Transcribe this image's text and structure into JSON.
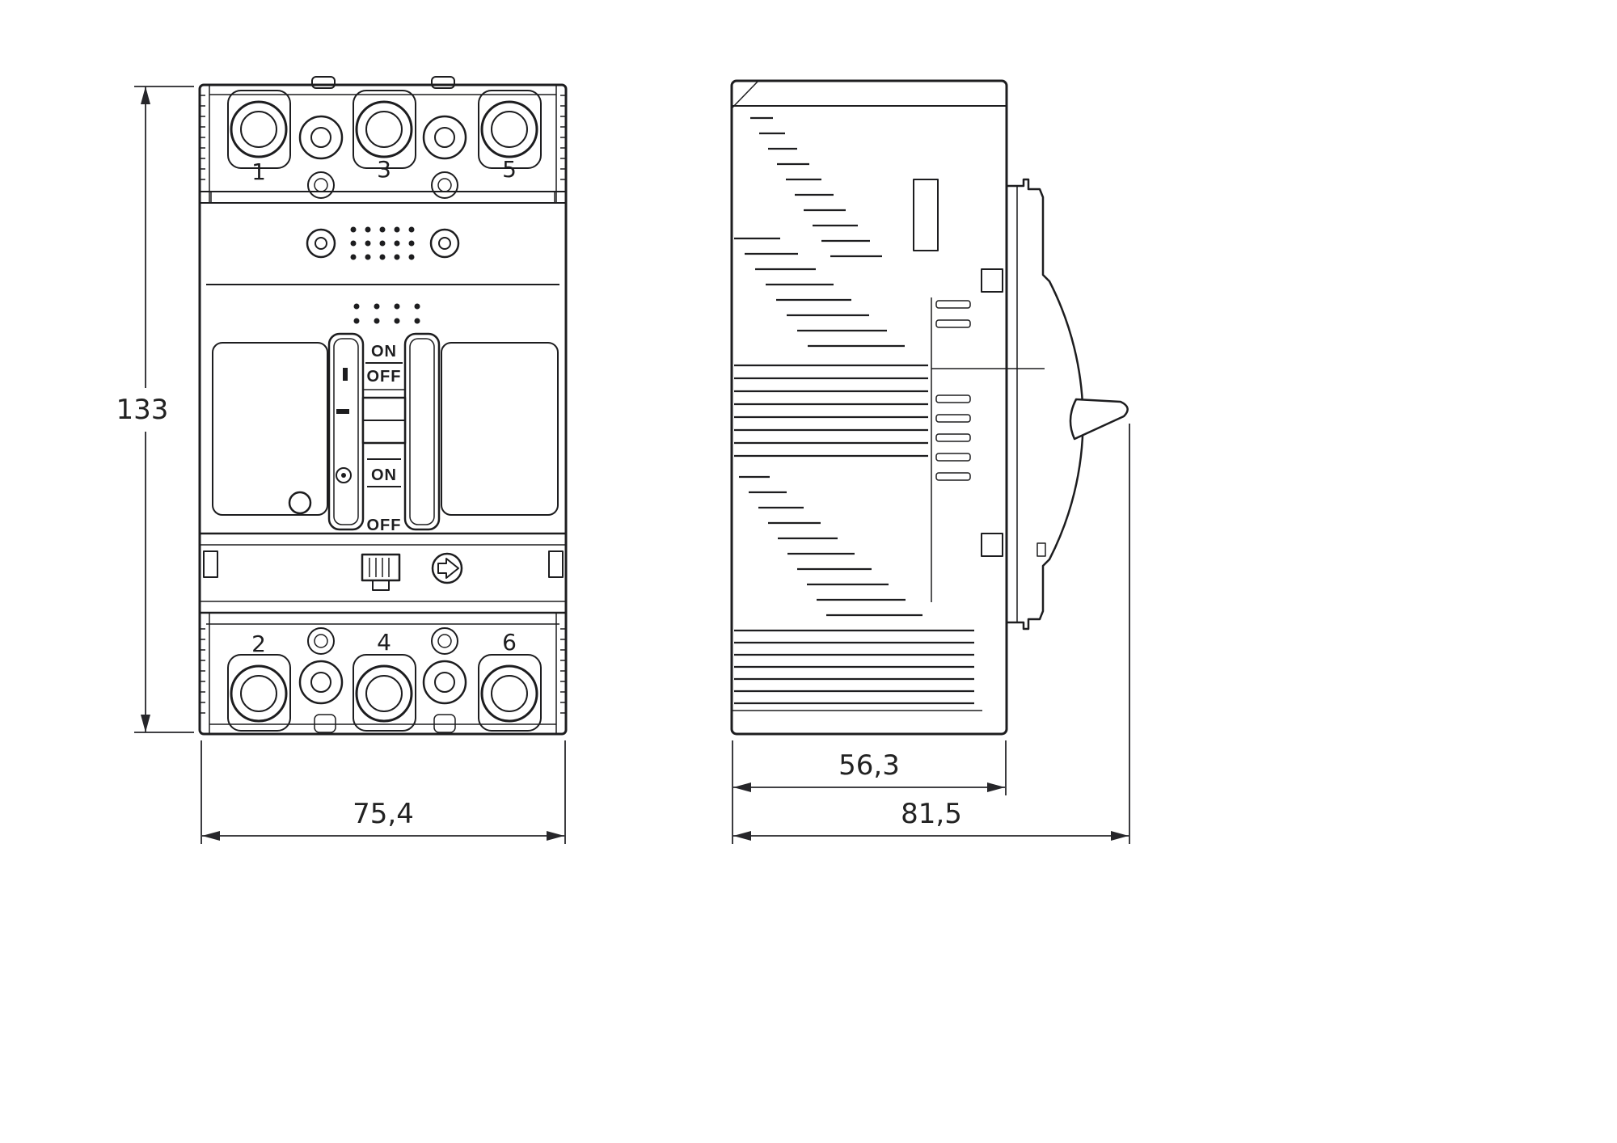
{
  "colors": {
    "ink": "#1d1d1f",
    "dimension": "#26262a",
    "background": "#ffffff"
  },
  "dims": {
    "height": "133",
    "width": "75,4",
    "body_depth": "56,3",
    "total_depth": "81,5"
  },
  "front_view": {
    "top_terminals": [
      "1",
      "3",
      "5"
    ],
    "bottom_terminals": [
      "2",
      "4",
      "6"
    ],
    "switch": {
      "on_upper": "ON",
      "off_upper": "OFF",
      "on_lower": "ON",
      "off_lower": "OFF"
    },
    "icons": {
      "direction_indicator": "arrow-right"
    }
  }
}
